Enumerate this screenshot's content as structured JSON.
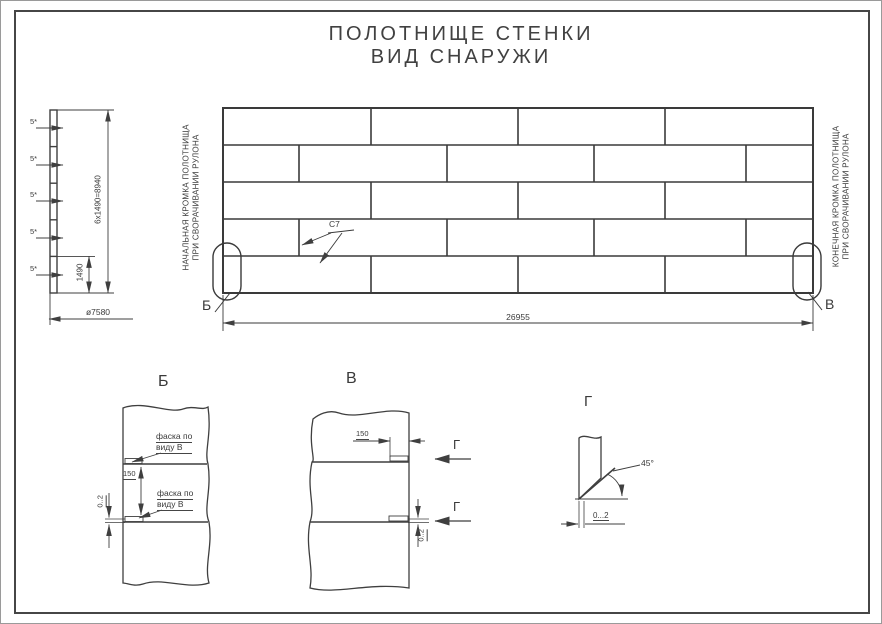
{
  "colors": {
    "line": "#3f3f3f",
    "text": "#3a3a3a"
  },
  "title": {
    "line1": "ПОЛОТНИЩЕ СТЕНКИ",
    "line2": "ВИД СНАРУЖИ"
  },
  "side_view": {
    "thickness_label": "5*",
    "height_dim": "6x1490=8940",
    "course_dim": "1490",
    "diameter_dim": "ø7580"
  },
  "panel": {
    "weld_label": "С7",
    "length_dim": "26955",
    "edge_label_left": "Б",
    "edge_label_right": "В",
    "note_left_line1": "НАЧАЛЬНАЯ КРОМКА ПОЛОТНИЩА",
    "note_left_line2": "ПРИ СВОРАЧИВАНИИ РУЛОНА",
    "note_right_line1": "КОНЕЧНАЯ КРОМКА ПОЛОТНИЩА",
    "note_right_line2": "ПРИ СВОРАЧИВАНИИ РУЛОНА"
  },
  "detail_b": {
    "title": "Б",
    "chamfer_note_line1": "фаска по",
    "chamfer_note_line2": "виду В",
    "dim_length": "150",
    "dim_gap": "0..2"
  },
  "detail_v": {
    "title": "В",
    "dim_length": "150",
    "section_label": "Г",
    "dim_gap": "0..2"
  },
  "detail_g": {
    "title": "Г",
    "angle_dim": "45°",
    "dim_gap": "0...2"
  }
}
